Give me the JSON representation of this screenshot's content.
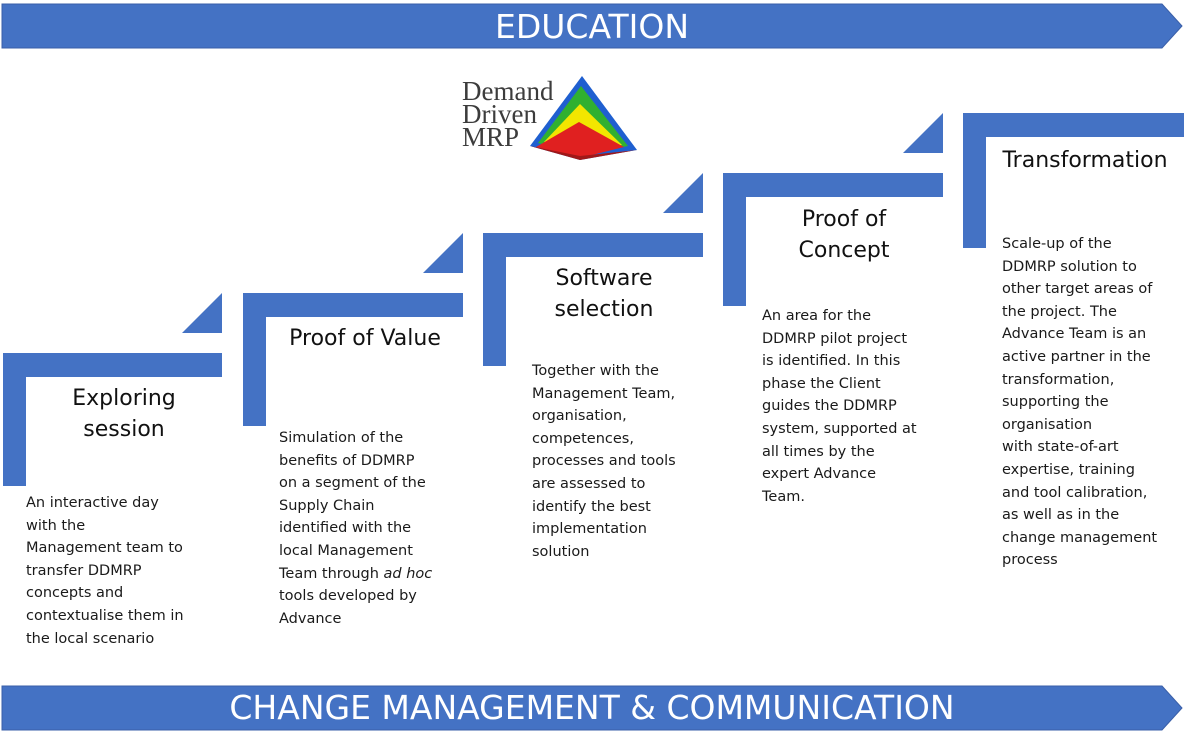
{
  "banners": {
    "top": "EDUCATION",
    "bottom": "CHANGE MANAGEMENT & COMMUNICATION"
  },
  "logo": {
    "lines": [
      "Demand",
      "Driven",
      "MRP"
    ],
    "colors": [
      "#1f5fd0",
      "#30b030",
      "#f2e600",
      "#e02020"
    ]
  },
  "colors": {
    "accent": "#4472c4",
    "banner_text": "#ffffff"
  },
  "steps": [
    {
      "title": [
        "Exploring",
        "session"
      ],
      "lines": [
        "An interactive day",
        "with the",
        "Management team to",
        "transfer DDMRP",
        "concepts and",
        "contextualise them in",
        "the local scenario"
      ]
    },
    {
      "title": [
        "Proof of Value"
      ],
      "lines_before": [
        "Simulation of the",
        "benefits of DDMRP",
        "on a segment of the",
        "Supply Chain",
        "identified with the",
        "local Management"
      ],
      "italic_line": {
        "prefix": "Team through ",
        "italic": "ad hoc"
      },
      "lines_after": [
        "tools developed by",
        "Advance"
      ]
    },
    {
      "title": [
        "Software",
        "selection"
      ],
      "lines": [
        "Together with the",
        "Management Team,",
        "organisation,",
        "competences,",
        "processes and tools",
        "are assessed to",
        "identify the best",
        "implementation",
        "solution"
      ]
    },
    {
      "title": [
        "Proof of",
        "Concept"
      ],
      "lines": [
        "An area for the",
        "DDMRP pilot project",
        "is identified. In this",
        "phase the Client",
        "guides the DDMRP",
        "system, supported at",
        "all times by the",
        "expert Advance",
        "Team."
      ]
    },
    {
      "title": [
        "Transformation"
      ],
      "lines": [
        "Scale-up of the",
        "DDMRP solution to",
        "other target areas of",
        "the project. The",
        "Advance Team is an",
        "active partner in the",
        "transformation,",
        "supporting the",
        "organisation",
        "with state-of-art",
        "expertise, training",
        "and tool calibration,",
        "as well as in the",
        "change management",
        "process"
      ]
    }
  ]
}
